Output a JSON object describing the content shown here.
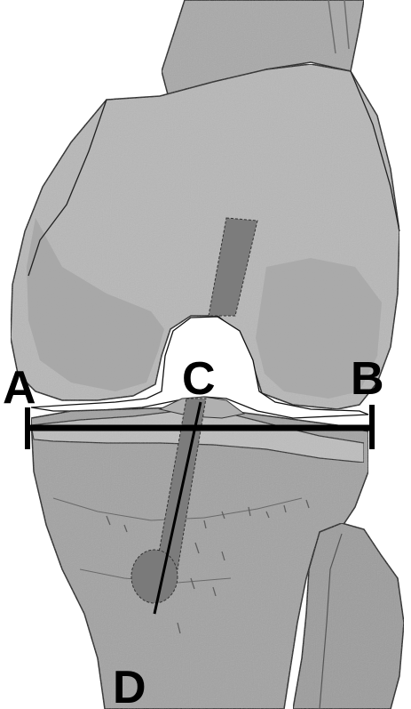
{
  "diagram": {
    "points": [
      {
        "id": "A",
        "label": "A"
      },
      {
        "id": "B",
        "label": "B"
      },
      {
        "id": "C",
        "label": "C"
      },
      {
        "id": "D",
        "label": "D"
      }
    ],
    "colors": {
      "background": "#ffffff",
      "bone_light": "#b9b9b9",
      "bone_mid": "#a3a3a3",
      "bone_dark": "#8c8c8c",
      "canal": "#7a7a7a",
      "outline": "#111111",
      "axis_line": "#000000"
    }
  }
}
